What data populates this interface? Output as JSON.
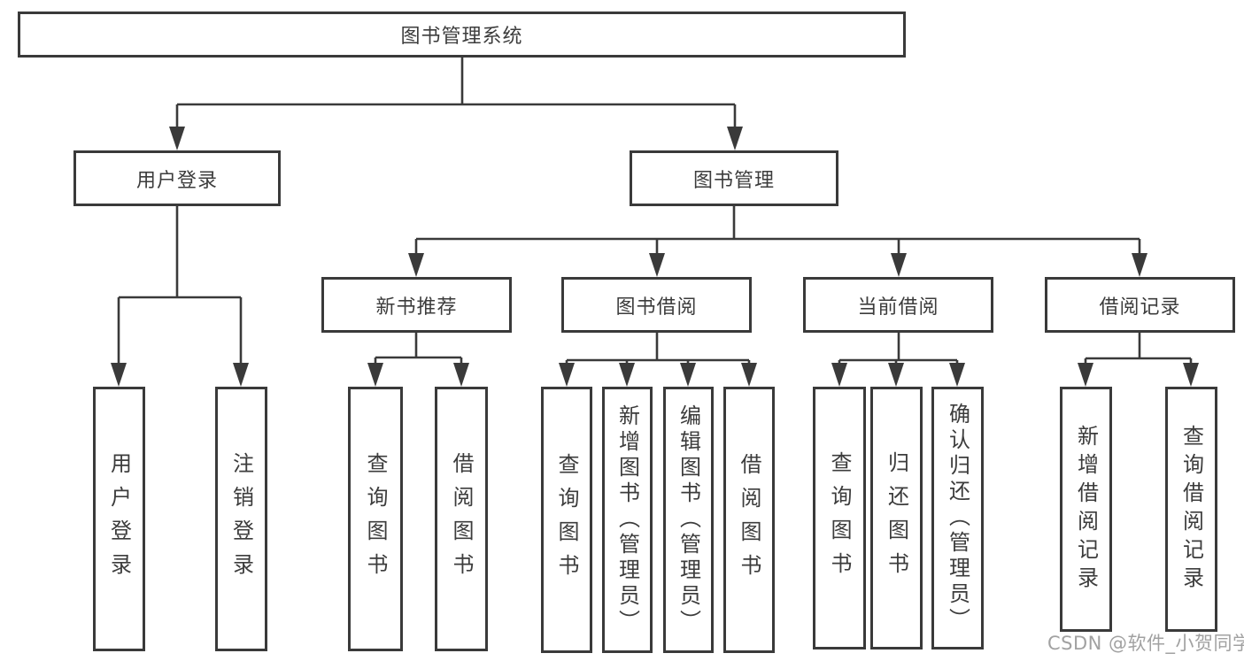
{
  "tree": {
    "label": "图书管理系统",
    "children": [
      {
        "label": "用户登录",
        "children": [
          {
            "label": "用户登录"
          },
          {
            "label": "注销登录"
          }
        ]
      },
      {
        "label": "图书管理",
        "children": [
          {
            "label": "新书推荐",
            "children": [
              {
                "label": "查询图书"
              },
              {
                "label": "借阅图书"
              }
            ]
          },
          {
            "label": "图书借阅",
            "children": [
              {
                "label": "查询图书"
              },
              {
                "label": "新增图书（管理员）"
              },
              {
                "label": "编辑图书（管理员）"
              },
              {
                "label": "借阅图书"
              }
            ]
          },
          {
            "label": "当前借阅",
            "children": [
              {
                "label": "查询图书"
              },
              {
                "label": "归还图书"
              },
              {
                "label": "确认归还（管理员）"
              }
            ]
          },
          {
            "label": "借阅记录",
            "children": [
              {
                "label": "新增借阅记录"
              },
              {
                "label": "查询借阅记录"
              }
            ]
          }
        ]
      }
    ]
  },
  "watermark": {
    "text": "CSDN @软件_小贺同学"
  },
  "colors": {
    "line": "#3a3a3a",
    "text": "#3c3c3c",
    "background": "#ffffff",
    "watermark": "#919191"
  }
}
